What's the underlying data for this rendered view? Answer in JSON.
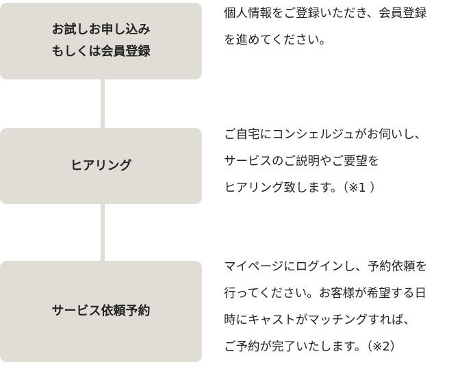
{
  "steps": [
    {
      "title_lines": [
        "お試しお申し込み",
        "もしくは会員登録"
      ],
      "description_lines": [
        "個人情報をご登録いただき、会員登録",
        "を進めてください。"
      ]
    },
    {
      "title_lines": [
        "ヒアリング"
      ],
      "description_lines": [
        "ご自宅にコンシェルジュがお伺いし、",
        "サービスのご説明やご要望を",
        "ヒアリング致します。（※1 ）"
      ]
    },
    {
      "title_lines": [
        "サービス依頼予約"
      ],
      "description_lines": [
        "マイページにログインし、予約依頼を",
        "行ってください。お客様が希望する日",
        "時にキャストがマッチングすれば、",
        "ご予約が完了いたします。（※2）"
      ]
    }
  ]
}
